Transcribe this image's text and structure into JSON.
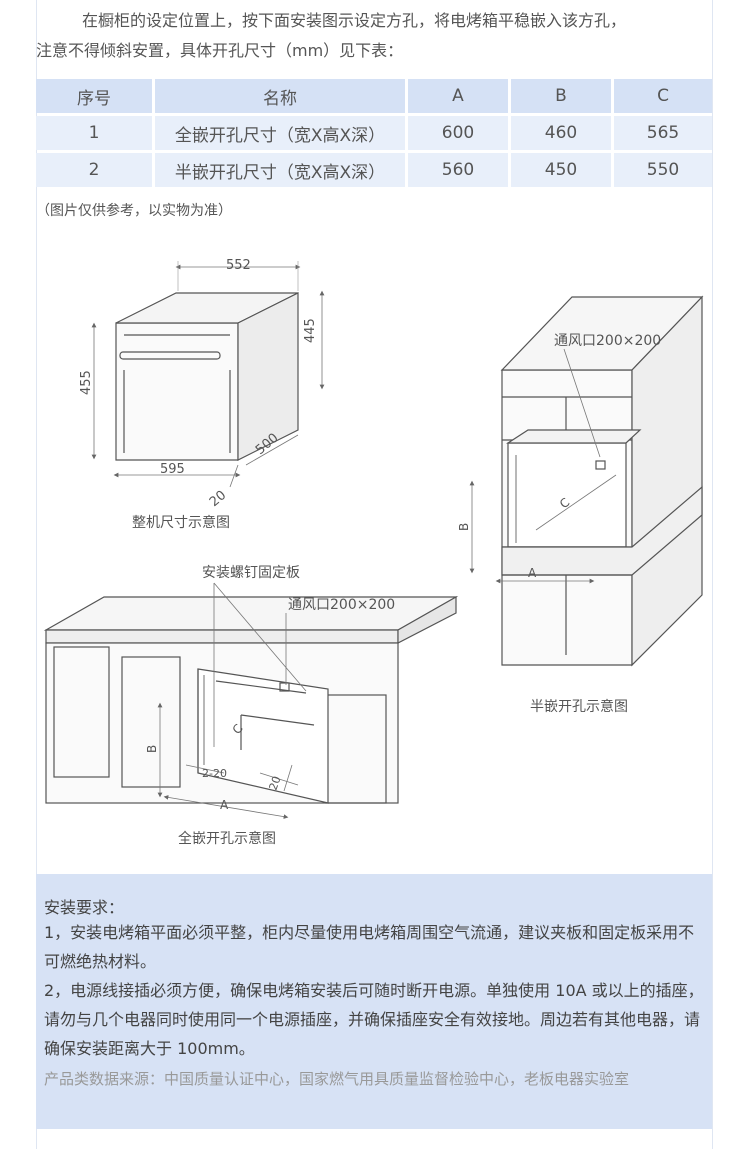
{
  "intro": {
    "line1": "在橱柜的设定位置上，按下面安装图示设定方孔，将电烤箱平稳嵌入该方孔，",
    "line2": "注意不得倾斜安置，具体开孔尺寸（mm）见下表："
  },
  "table": {
    "headers": [
      "序号",
      "名称",
      "A",
      "B",
      "C"
    ],
    "rows": [
      [
        "1",
        "全嵌开孔尺寸（宽X高X深）",
        "600",
        "460",
        "565"
      ],
      [
        "2",
        "半嵌开孔尺寸（宽X高X深）",
        "560",
        "450",
        "550"
      ]
    ]
  },
  "note": "（图片仅供参考，以实物为准）",
  "diagram_oven": {
    "dim_top": "552",
    "dim_right": "445",
    "dim_left": "455",
    "dim_depth": "500",
    "dim_bottom": "595",
    "dim_gap": "20",
    "caption": "整机尺寸示意图"
  },
  "diagram_half": {
    "vent_label": "通风口200×200",
    "dim_a": "A",
    "dim_b": "B",
    "dim_c": "C",
    "caption": "半嵌开孔示意图"
  },
  "diagram_full": {
    "plate_label": "安装螺钉固定板",
    "vent_label": "通风口200×200",
    "dim_a": "A",
    "dim_b": "B",
    "dim_c": "C",
    "dim_gap": "2-20",
    "dim_side": "20",
    "caption": "全嵌开孔示意图"
  },
  "requirements": {
    "title": "安装要求：",
    "item1": "1，安装电烤箱平面必须平整，柜内尽量使用电烤箱周围空气流通，建议夹板和固定板采用不可燃绝热材料。",
    "item2": "2，电源线接插必须方便，确保电烤箱安装后可随时断开电源。单独使用 10A 或以上的插座，请勿与几个电器同时使用同一个电源插座，并确保插座安全有效接地。周边若有其他电器，请确保安装距离大于 100mm。",
    "source": "产品类数据来源：中国质量认证中心，国家燃气用具质量监督检验中心，老板电器实验室"
  }
}
